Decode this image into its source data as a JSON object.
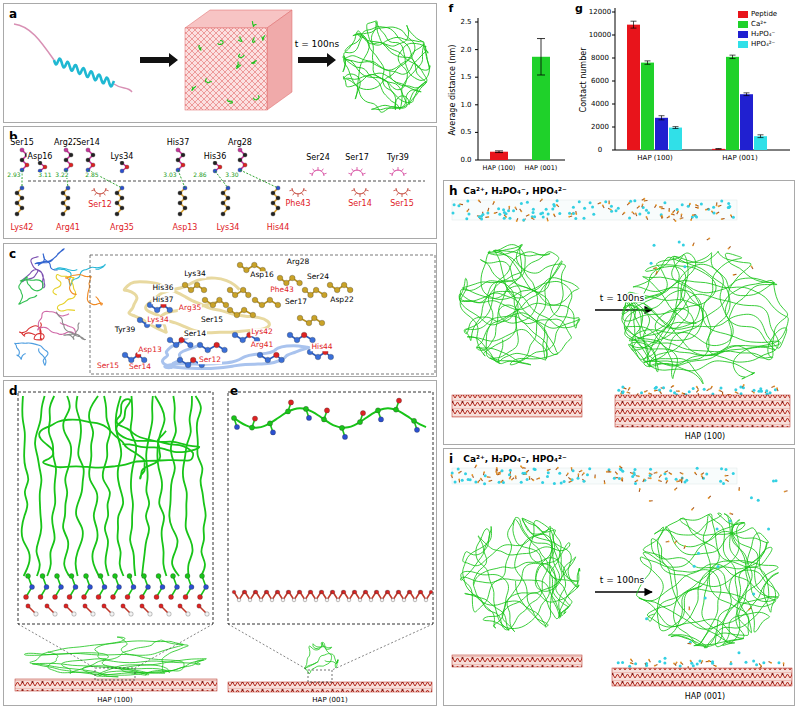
{
  "diagram": {
    "nodes": [
      {
        "text": [
          "a"
        ]
      },
      {
        "text": [
          "b"
        ]
      },
      {
        "text": [
          "c"
        ]
      },
      {
        "text": [
          "d",
          "e"
        ]
      },
      {
        "text": [
          "h"
        ]
      },
      {
        "text": [
          "i"
        ]
      }
    ],
    "labels": [
      "t = 100ns",
      "Ser15",
      "Asp16",
      "Arg22",
      "Ser14",
      "Lys34",
      "His37",
      "His36",
      "Arg28",
      "Ser24",
      "Ser17",
      "Tyr39",
      "2.93",
      "3.11",
      "3.22",
      "2.85",
      "3.03",
      "2.86",
      "3.30",
      "Ser12",
      "Lys42",
      "Arg41",
      "Arg35",
      "Asp13",
      "Lys34",
      "His44",
      "Phe43",
      "Ser14",
      "Ser15",
      "His36",
      "Lys34",
      "His37",
      "Arg28",
      "Asp16",
      "Ser24",
      "Arg35",
      "Lys34",
      "Phe43",
      "Ser15",
      "Ser17",
      "Asp22",
      "Ser14",
      "Lys42",
      "Arg41",
      "His44",
      "Tyr39",
      "Asp13",
      "Ser12",
      "Ser15",
      "Ser14",
      "HAP (100)",
      "HAP (001)",
      "f",
      "Average distance (nm)",
      "0.0",
      "0.5",
      "1.0",
      "1.5",
      "2.0",
      "2.5",
      "HAP (100)",
      "HAP (001)",
      "g",
      "Contact number",
      "0",
      "2000",
      "4000",
      "6000",
      "8000",
      "10000",
      "12000",
      "HAP (100)",
      "HAP (001)",
      "Ca²⁺, H₂PO₄⁻, HPO₄²⁻",
      "t = 100ns",
      "HAP (100)",
      "Ca²⁺, H₂PO₄⁻, HPO₄²⁻",
      "t = 100ns",
      "HAP (001)"
    ],
    "legend": [
      {
        "text": "Peptide",
        "color": "#e8141b"
      },
      {
        "text": "Ca²⁺",
        "color": "#1fd12a"
      },
      {
        "text": "H₂PO₄⁻",
        "color": "#2020d0"
      },
      {
        "text": "HPO₄²⁻",
        "color": "#30e0e8"
      }
    ]
  }
}
